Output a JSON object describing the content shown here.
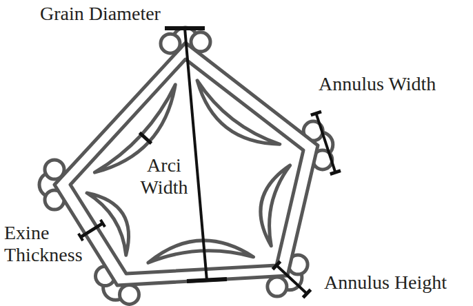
{
  "diagram": {
    "labels": [
      "Grain Diameter",
      "Annulus Width",
      "Arci Width",
      "Exine Thickness",
      "Annulus Height"
    ]
  }
}
